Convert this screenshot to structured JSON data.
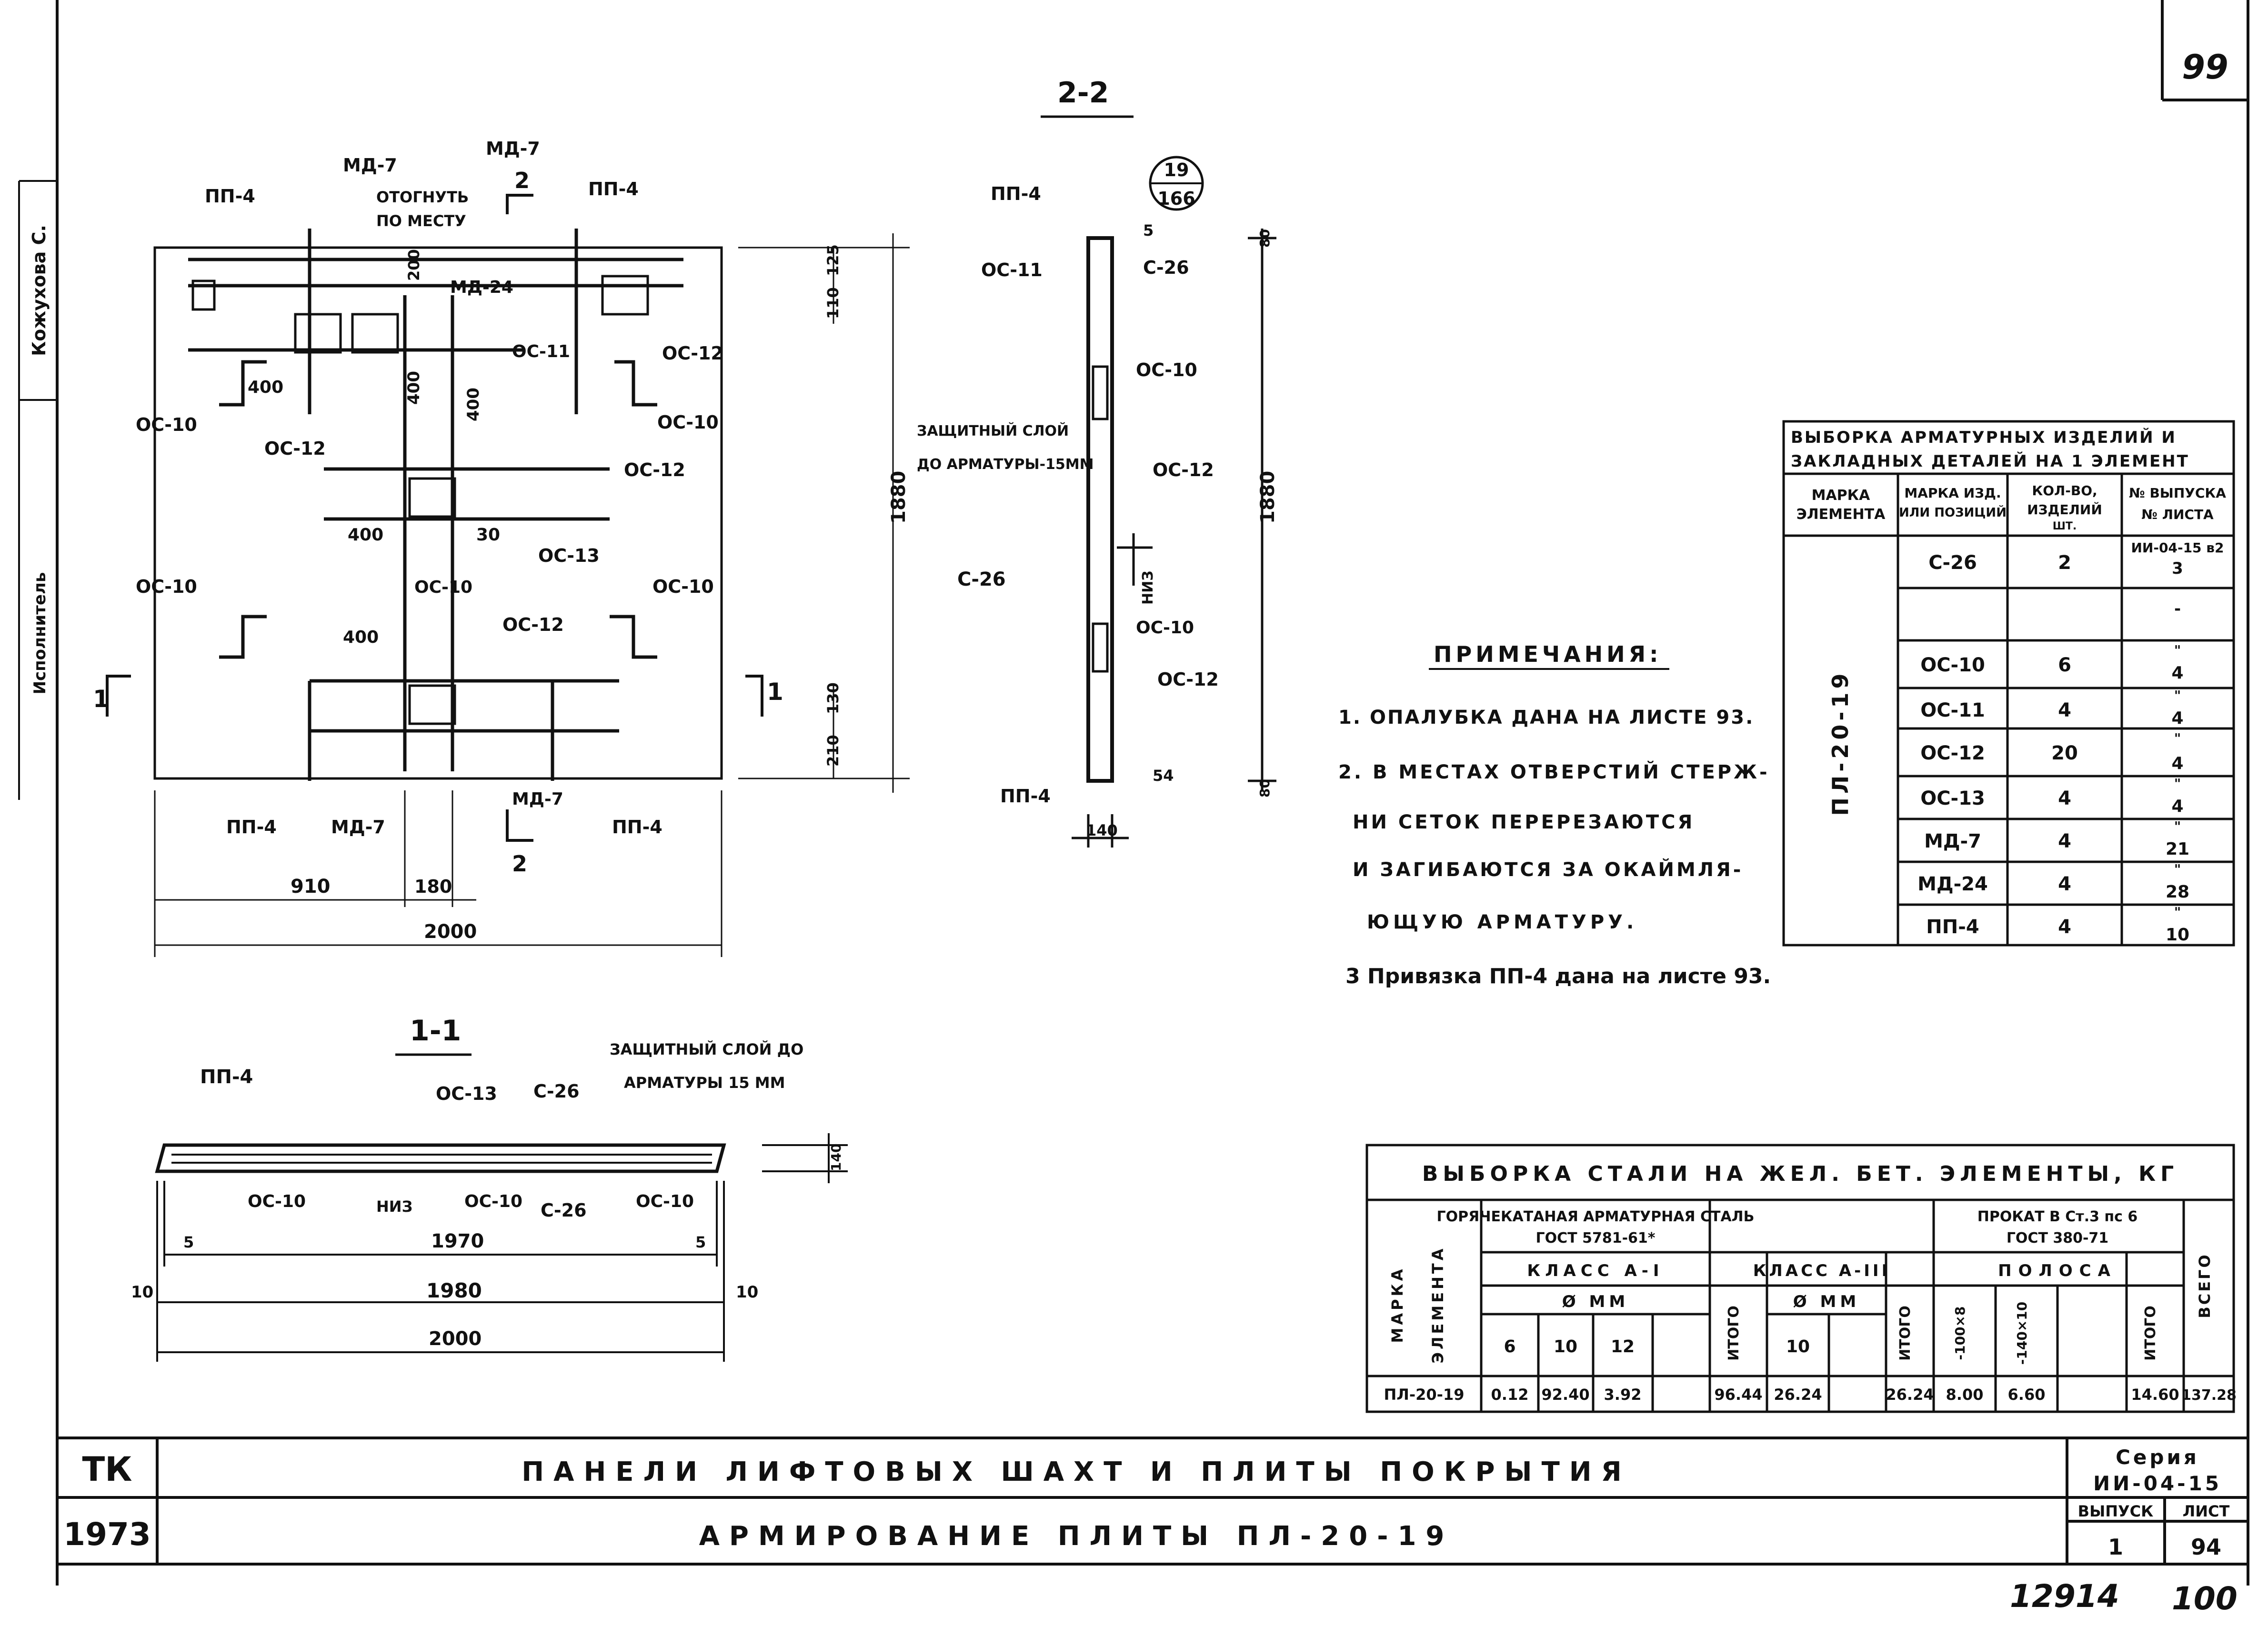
{
  "sheet_corner_number": "99",
  "side_stamp": {
    "name": "Кожухова С.",
    "role": "Исполнитель"
  },
  "section_2_2": {
    "title": "2-2",
    "callout_top": "19",
    "callout_bottom": "166",
    "labels": {
      "pp4_top": "ПП-4",
      "os11": "ОС-11",
      "c26_right": "С-26",
      "os10_upper": "ОС-10",
      "cover_1": "ЗАЩИТНЫЙ СЛОЙ",
      "cover_2": "ДО АРМАТУРЫ-15ММ",
      "os12_right": "ОС-12",
      "c26_left": "С-26",
      "niz": "НИЗ",
      "os10_lower": "ОС-10",
      "os12_low": "ОС-12",
      "pp4_bottom": "ПП-4"
    },
    "dims": {
      "top_5": "5",
      "top_80": "80",
      "height": "1880",
      "bottom_54": "54",
      "bottom_80": "80",
      "width_140": "140"
    }
  },
  "plan": {
    "labels": {
      "pp4_tl": "ПП-4",
      "md7_tl": "МД-7",
      "otognut_1": "ОТОГНУТЬ",
      "otognut_2": "ПО МЕСТУ",
      "md7_tr": "МД-7",
      "pp4_tr": "ПП-4",
      "section_mark_top": "2",
      "md24": "МД-24",
      "os12_r1": "ОС-12",
      "os11": "ОС-11",
      "os10_l1": "ОС-10",
      "os10_r1": "ОС-10",
      "os12_l2": "ОС-12",
      "os12_r2": "ОС-12",
      "os13": "ОС-13",
      "os10_l3": "ОС-10",
      "os10_mid": "ОС-10",
      "os10_r3": "ОС-10",
      "os12_mid": "ОС-12",
      "pp4_bl": "ПП-4",
      "md7_bl": "МД-7",
      "md7_bot": "МД-7",
      "pp4_br": "ПП-4",
      "section_mark_bottom": "2",
      "section_1_left": "1",
      "section_1_right": "1"
    },
    "dims": {
      "d400_a": "400",
      "d400_b": "400",
      "d400_c": "400",
      "d400_d": "400",
      "d400_e": "400",
      "d30": "30",
      "d200": "200",
      "d110": "110",
      "d125": "125",
      "d1880": "1880",
      "d130": "130",
      "d210": "210",
      "d910": "910",
      "d180": "180",
      "d2000": "2000"
    }
  },
  "section_1_1": {
    "title": "1-1",
    "labels": {
      "pp4": "ПП-4",
      "os13": "ОС-13",
      "c26_top": "С-26",
      "cover_1": "ЗАЩИТНЫЙ СЛОЙ ДО",
      "cover_2": "АРМАТУРЫ 15 ММ",
      "os10_a": "ОС-10",
      "niz": "НИЗ",
      "os10_b": "ОС-10",
      "c26_bot": "С-26",
      "os10_c": "ОС-10"
    },
    "dims": {
      "d140": "140",
      "d5_left": "5",
      "d1970": "1970",
      "d5_right": "5",
      "d10_left": "10",
      "d1980": "1980",
      "d10_right": "10",
      "d2000": "2000"
    }
  },
  "notes": {
    "title": "ПРИМЕЧАНИЯ:",
    "lines": [
      "1. ОПАЛУБКА ДАНА НА ЛИСТЕ 93.",
      "2. В МЕСТАХ ОТВЕРСТИЙ СТЕРЖ-",
      "НИ СЕТОК ПЕРЕРЕЗАЮТСЯ",
      "И ЗАГИБАЮТСЯ ЗА ОКАЙМЛЯ-",
      "ЮЩУЮ АРМАТУРУ.",
      "3 Привязка ПП-4 дана на листе 93."
    ]
  },
  "products_table": {
    "title_1": "ВЫБОРКА АРМАТУРНЫХ ИЗДЕЛИЙ И",
    "title_2": "ЗАКЛАДНЫХ ДЕТАЛЕЙ НА 1 ЭЛЕМЕНТ",
    "headers": {
      "col1_1": "МАРКА",
      "col1_2": "ЭЛЕМЕНТА",
      "col2_1": "МАРКА ИЗД.",
      "col2_2": "ИЛИ ПОЗИЦИЙ",
      "col3_1": "КОЛ-ВО,",
      "col3_2": "ИЗДЕЛИЙ",
      "col3_3": "ШТ.",
      "col4_1": "№ ВЫПУСКА",
      "col4_2": "№ ЛИСТА"
    },
    "element": "ПЛ-20-19",
    "rows": [
      {
        "mark": "С-26",
        "qty": "2",
        "ref_top": "ИИ-04-15 в2",
        "ref_bottom": "3"
      },
      {
        "mark": "",
        "qty": "",
        "ref_top": "",
        "ref_bottom": "-"
      },
      {
        "mark": "ОС-10",
        "qty": "6",
        "ref_top": "\"",
        "ref_bottom": "4"
      },
      {
        "mark": "ОС-11",
        "qty": "4",
        "ref_top": "\"",
        "ref_bottom": "4"
      },
      {
        "mark": "ОС-12",
        "qty": "20",
        "ref_top": "\"",
        "ref_bottom": "4"
      },
      {
        "mark": "ОС-13",
        "qty": "4",
        "ref_top": "\"",
        "ref_bottom": "4"
      },
      {
        "mark": "МД-7",
        "qty": "4",
        "ref_top": "\"",
        "ref_bottom": "21"
      },
      {
        "mark": "МД-24",
        "qty": "4",
        "ref_top": "\"",
        "ref_bottom": "28"
      },
      {
        "mark": "ПП-4",
        "qty": "4",
        "ref_top": "\"",
        "ref_bottom": "10"
      }
    ]
  },
  "steel_table": {
    "title": "ВЫБОРКА СТАЛИ НА ЖЕЛ. БЕТ. ЭЛЕМЕНТЫ, КГ",
    "col_mark_1": "МАРКА",
    "col_mark_2": "ЭЛЕМЕНТА",
    "group1_1": "ГОРЯЧЕКАТАНАЯ АРМАТУРНАЯ СТАЛЬ",
    "group1_2": "ГОСТ 5781-61*",
    "group2_1": "ПРОКАТ В Ст.3 пс 6",
    "group2_2": "ГОСТ 380-71",
    "class_a1": "КЛАСС А-I",
    "class_a3": "КЛАСС А-III",
    "strip": "ПОЛОСА",
    "dia_a1": "Ø ММ",
    "dia_a3": "Ø ММ",
    "sub_a1": [
      "6",
      "10",
      "12",
      ""
    ],
    "itogo_a1": "ИТОГО",
    "sub_a3": [
      "10",
      ""
    ],
    "itogo_a3": "ИТОГО",
    "sub_strip": [
      "-100×8",
      "-140×10",
      ""
    ],
    "itogo_strip": "ИТОГО",
    "vsego": "ВСЕГО",
    "row": {
      "element": "ПЛ-20-19",
      "a1": [
        "0.12",
        "92.40",
        "3.92",
        ""
      ],
      "a1_total": "96.44",
      "a3": [
        "26.24",
        ""
      ],
      "a3_total": "26.24",
      "strip": [
        "8.00",
        "6.60",
        ""
      ],
      "strip_total": "14.60",
      "grand_total": "137.28"
    }
  },
  "title_block": {
    "org": "ТК",
    "year": "1973",
    "title": "ПАНЕЛИ ЛИФТОВЫХ ШАХТ И ПЛИТЫ ПОКРЫТИЯ",
    "subtitle": "АРМИРОВАНИЕ ПЛИТЫ ПЛ-20-19",
    "series_label": "Серия",
    "series": "ИИ-04-15",
    "issue_label": "ВЫПУСК",
    "issue": "1",
    "sheet_label": "ЛИСТ",
    "sheet": "94"
  },
  "stamp_numbers": {
    "left": "12914",
    "right": "100"
  }
}
